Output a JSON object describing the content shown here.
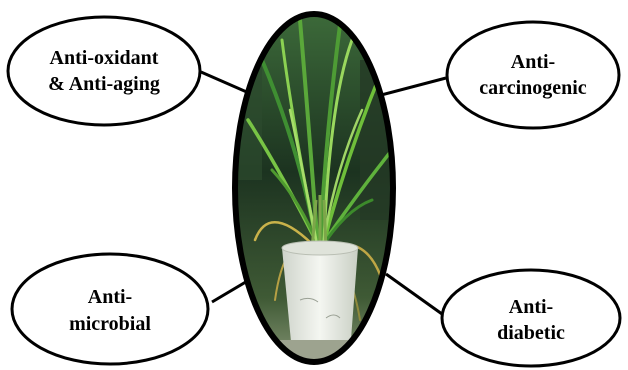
{
  "center_image": {
    "subject": "potted lemongrass plant",
    "icon": "plant-photo"
  },
  "properties": [
    {
      "id": "antioxidant",
      "lines": [
        "Anti-oxidant",
        "& Anti-aging"
      ]
    },
    {
      "id": "anticarcinogenic",
      "lines": [
        "Anti-",
        "carcinogenic"
      ]
    },
    {
      "id": "antimicrobial",
      "lines": [
        "Anti-",
        "microbial"
      ]
    },
    {
      "id": "antidiabetic",
      "lines": [
        "Anti-",
        "diabetic"
      ]
    }
  ],
  "colors": {
    "outline": "#000000",
    "background": "#ffffff",
    "leaf_dark": "#2f7a2a",
    "leaf_light": "#6fbf3a",
    "photo_bg": "#1f3a24",
    "pot": "#e9ece6"
  }
}
